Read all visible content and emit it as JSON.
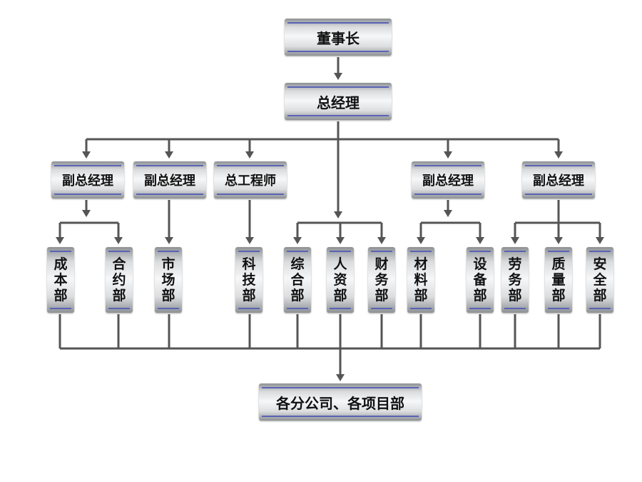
{
  "chairman": "董事长",
  "general_manager": "总经理",
  "managers": [
    {
      "label": "副总经理"
    },
    {
      "label": "副总经理"
    },
    {
      "label": "总工程师"
    },
    {
      "label": "副总经理"
    },
    {
      "label": "副总经理"
    }
  ],
  "departments": [
    {
      "label": "成本部"
    },
    {
      "label": "合约部"
    },
    {
      "label": "市场部"
    },
    {
      "label": "科技部"
    },
    {
      "label": "综合部"
    },
    {
      "label": "人资部"
    },
    {
      "label": "财务部"
    },
    {
      "label": "材料部"
    },
    {
      "label": "设备部"
    },
    {
      "label": "劳务部"
    },
    {
      "label": "质量部"
    },
    {
      "label": "安全部"
    }
  ],
  "subsidiaries": "各分公司、各项目部",
  "colors": {
    "line": "#555555",
    "accent_stripe": "#5a63b5"
  }
}
